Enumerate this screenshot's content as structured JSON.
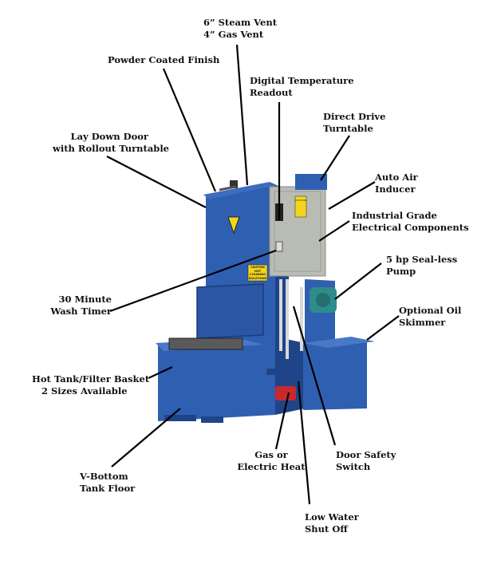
{
  "labels": {
    "steam_vent": [
      "6” Steam Vent",
      "4” Gas Vent"
    ],
    "powder_coated": [
      "Powder Coated Finish"
    ],
    "digital_temp": [
      "Digital Temperature",
      "Readout"
    ],
    "direct_drive": [
      "Direct Drive",
      "Turntable"
    ],
    "lay_down_door": [
      "Lay Down Door",
      "with Rollout Turntable"
    ],
    "auto_air": [
      "Auto Air",
      "Inducer"
    ],
    "industrial_grade": [
      "Industrial Grade",
      "Electrical  Components"
    ],
    "seal_less_pump": [
      "5 hp Seal-less",
      "Pump"
    ],
    "wash_timer": [
      "30 Minute",
      "Wash Timer"
    ],
    "oil_skimmer": [
      "Optional Oil",
      "Skimmer"
    ],
    "hot_tank": [
      "Hot Tank/Filter Basket",
      "2 Sizes Available"
    ],
    "v_bottom": [
      "V-Bottom",
      "Tank Floor"
    ],
    "gas_electric": [
      "Gas or",
      "Electric Heat"
    ],
    "door_safety": [
      "Door Safety",
      "Switch"
    ],
    "low_water": [
      "Low Water",
      "Shut Off"
    ]
  },
  "decals": {
    "caution_small": "CAUTION",
    "caution_panel": [
      "CAUTION",
      "HOT",
      "CLEANING",
      "SOLUTIONS"
    ]
  },
  "colors": {
    "machine_blue": "#2f5fb0",
    "machine_blue_dark": "#1f4488",
    "panel_gray": "#b9bbb5",
    "motor_teal": "#2e8c8c",
    "decal_yellow": "#f3d51d",
    "leader_line": "#000000"
  }
}
